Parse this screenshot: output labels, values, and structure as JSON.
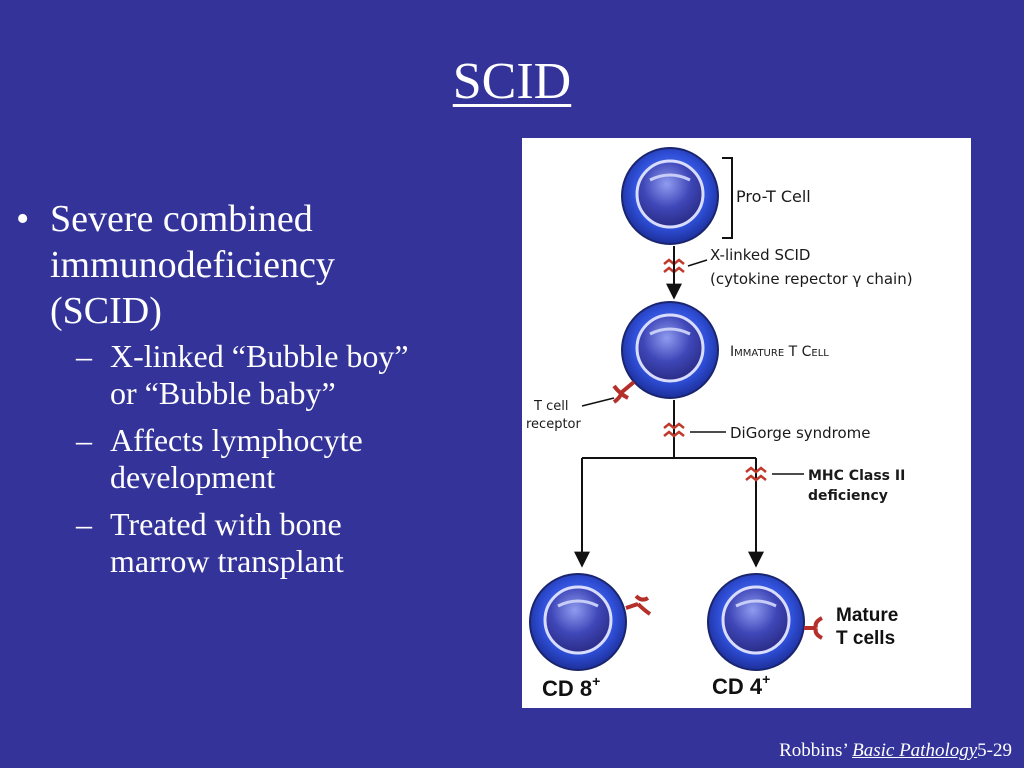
{
  "slide": {
    "title": "SCID",
    "bullet_marker": "•",
    "sub_marker": "–",
    "bullet": "Severe combined immunodeficiency (SCID)",
    "subbullets": [
      "X-linked “Bubble boy” or “Bubble baby”",
      "Affects lymphocyte development",
      "Treated with bone marrow transplant"
    ],
    "footer": {
      "author": "Robbins’",
      "book": "Basic Pathology",
      "page": "5-29"
    }
  },
  "figure": {
    "labels": {
      "pro_t": "Pro-T Cell",
      "xlinked_line1": "X-linked SCID",
      "xlinked_line2": "(cytokine repector γ chain)",
      "immature": "Immature T Cell",
      "tcr_line1": "T cell",
      "tcr_line2": "receptor",
      "digeorge": "DiGorge syndrome",
      "mhc_line1": "MHC Class II",
      "mhc_line2": "deficiency",
      "mature_line1": "Mature",
      "mature_line2": "T cells",
      "cd8": "CD 8",
      "cd4": "CD 4",
      "plus": "+"
    },
    "colors": {
      "cell_outer": "#2f4fd8",
      "cell_nucleus": "#3a3fa8",
      "receptor": "#b5302a",
      "block": "#c0392b"
    }
  }
}
